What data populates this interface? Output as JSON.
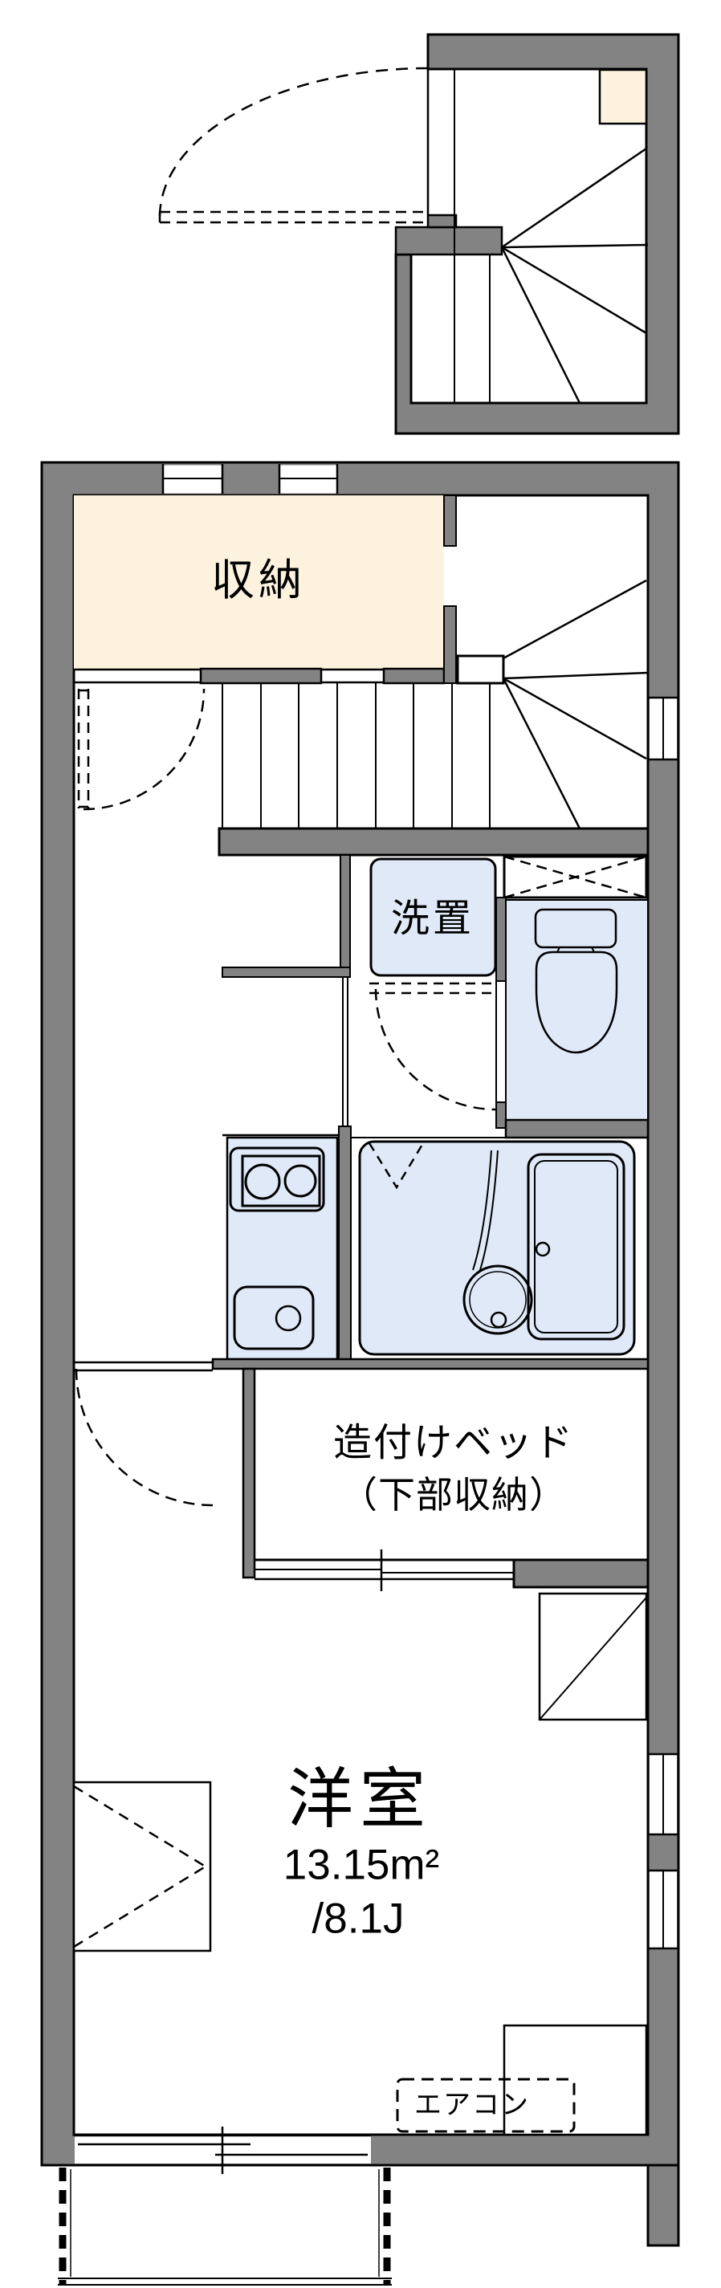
{
  "floorplan": {
    "kind": "Japanese apartment floor plan (maisonette: 1F entrance stairs + 2F living floor)",
    "labels": {
      "storage": "収納",
      "washer": "洗置",
      "built_in_bed_line1": "造付けベッド",
      "built_in_bed_line2": "（下部収納）",
      "western_room": "洋室",
      "area_sqm": "13.15m²",
      "area_tatami": "/8.1J",
      "aircon": "エアコン"
    },
    "colors": {
      "wall": "#838383",
      "outline": "#000000",
      "storage_fill": "#FCF2DE",
      "wet_area_fill": "#DFE9F8",
      "background": "#FFFFFF"
    }
  }
}
